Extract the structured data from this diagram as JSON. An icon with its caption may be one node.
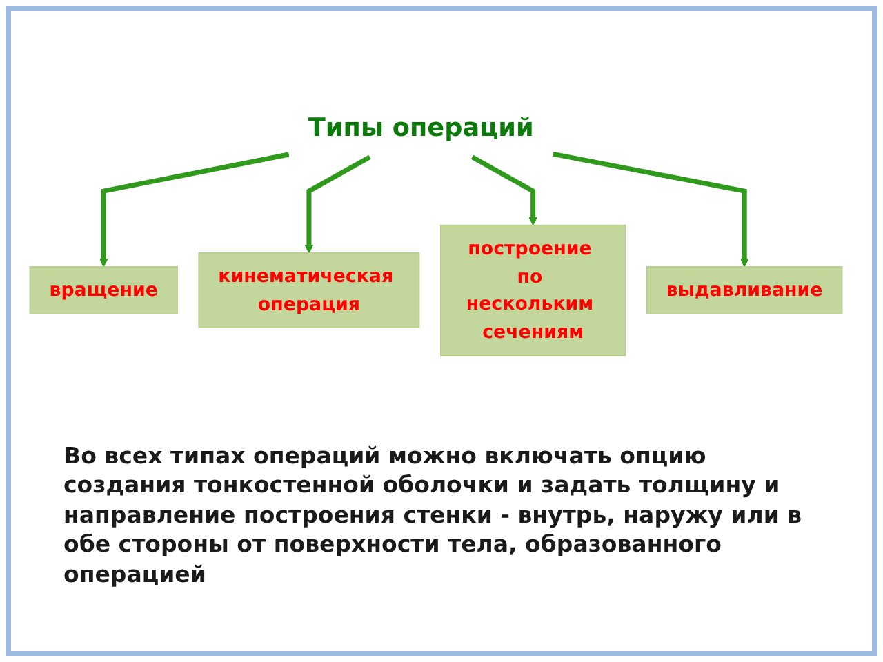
{
  "diagram": {
    "nodes": [
      {
        "text": [
          "Типы операций"
        ]
      },
      {
        "text": [
          "вращение"
        ]
      },
      {
        "text": [
          "выдавливание"
        ]
      },
      {
        "text": [
          "кинематическая операция"
        ]
      },
      {
        "text": [
          "построение по нескольким сечениям"
        ]
      }
    ],
    "edges": [
      {
        "from": 0,
        "to": 1,
        "arrow": "to"
      },
      {
        "from": 0,
        "to": 3,
        "arrow": "to"
      },
      {
        "from": 0,
        "to": 4,
        "arrow": "to"
      },
      {
        "from": 0,
        "to": 2,
        "arrow": "to"
      }
    ],
    "labels": [
      "Во всех типах операций можно включать опцию создания тонкостенной оболочки и задать толщину и направление построения стенки - внутрь, наружу или в обе стороны от поверхности тела, образованного операцией"
    ]
  }
}
